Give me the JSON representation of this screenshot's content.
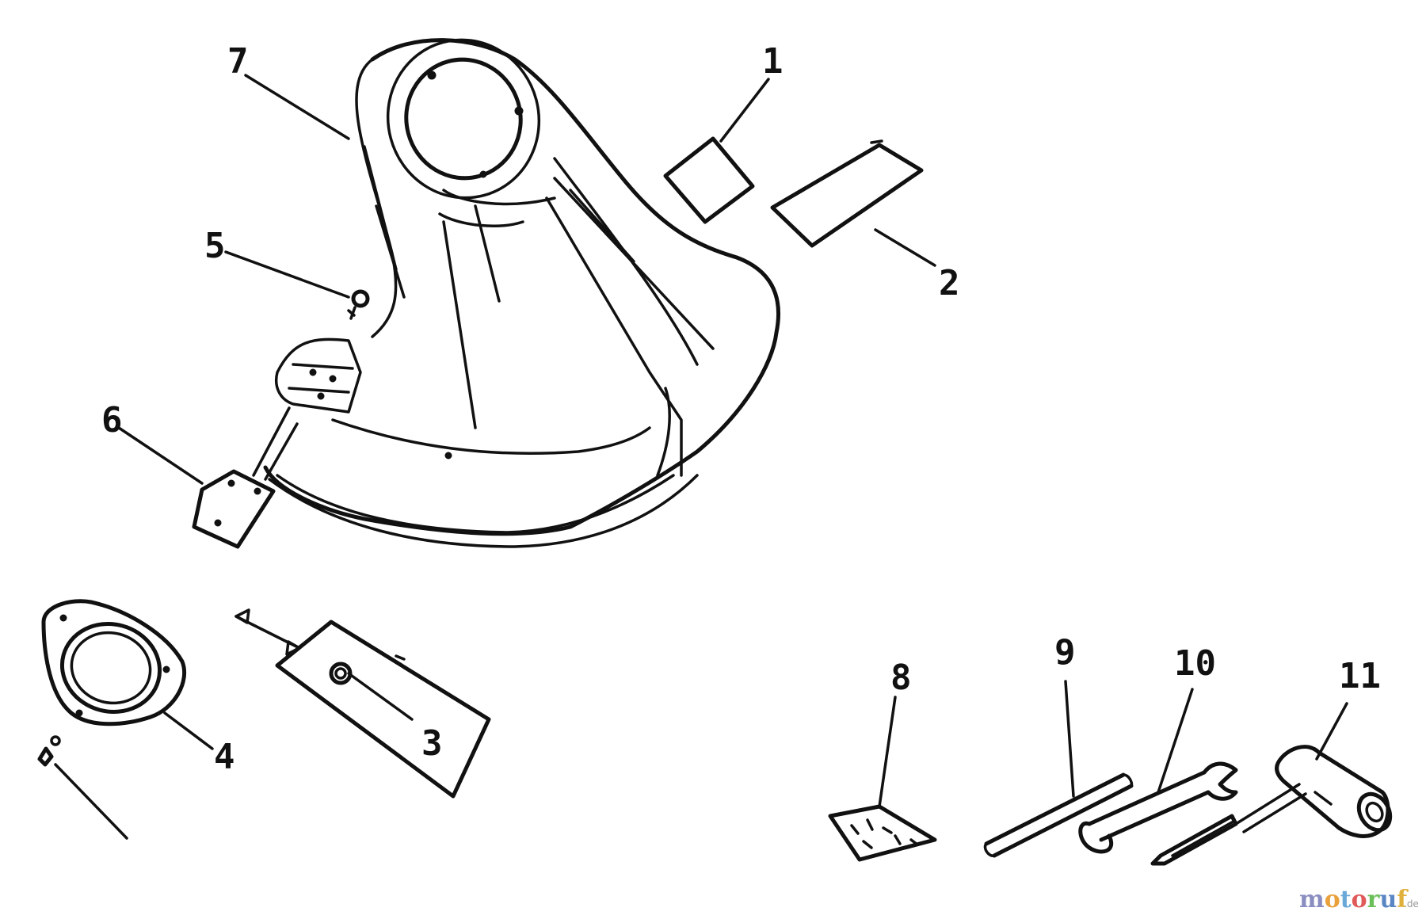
{
  "callouts": {
    "c1": "1",
    "c2": "2",
    "c3": "3",
    "c4": "4",
    "c5": "5",
    "c6": "6",
    "c7": "7",
    "c8": "8",
    "c9": "9",
    "c10": "10",
    "c11": "11"
  },
  "watermark": {
    "m": "m",
    "o": "o",
    "t": "t",
    "o2": "o",
    "r": "r",
    "u": "u",
    "f": "f",
    "tld": ".de"
  },
  "colors": {
    "line": "#111111",
    "wm_m": "#8a8dc0",
    "wm_o": "#e9a23b",
    "wm_t": "#6aa8d8",
    "wm_o2": "#e05a5a",
    "wm_r": "#6bbf59",
    "wm_u": "#5b86c4",
    "wm_f": "#e0b03c"
  }
}
